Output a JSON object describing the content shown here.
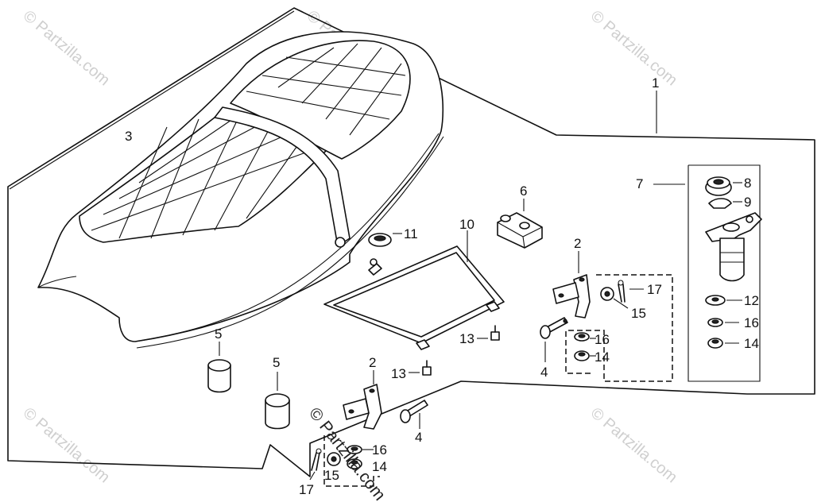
{
  "watermark": {
    "text": "© Partzilla.com",
    "overlay_text": "© Partzilla.com"
  },
  "callouts": [
    {
      "id": "c1",
      "text": "1"
    },
    {
      "id": "c3",
      "text": "3"
    },
    {
      "id": "c7",
      "text": "7"
    },
    {
      "id": "c8",
      "text": "8"
    },
    {
      "id": "c9",
      "text": "9"
    },
    {
      "id": "c6",
      "text": "6"
    },
    {
      "id": "c11",
      "text": "11"
    },
    {
      "id": "c10",
      "text": "10"
    },
    {
      "id": "c2a",
      "text": "2"
    },
    {
      "id": "c17a",
      "text": "17"
    },
    {
      "id": "c15a",
      "text": "15"
    },
    {
      "id": "c12",
      "text": "12"
    },
    {
      "id": "c16a",
      "text": "16"
    },
    {
      "id": "c14a",
      "text": "14"
    },
    {
      "id": "c16b",
      "text": "16"
    },
    {
      "id": "c14b",
      "text": "14"
    },
    {
      "id": "c13a",
      "text": "13"
    },
    {
      "id": "c13b",
      "text": "13"
    },
    {
      "id": "c4a",
      "text": "4"
    },
    {
      "id": "c5a",
      "text": "5"
    },
    {
      "id": "c5b",
      "text": "5"
    },
    {
      "id": "c2b",
      "text": "2"
    },
    {
      "id": "c4b",
      "text": "4"
    },
    {
      "id": "c16c",
      "text": "16"
    },
    {
      "id": "c14c",
      "text": "14"
    },
    {
      "id": "c15b",
      "text": "15"
    },
    {
      "id": "c17b",
      "text": "17"
    }
  ]
}
